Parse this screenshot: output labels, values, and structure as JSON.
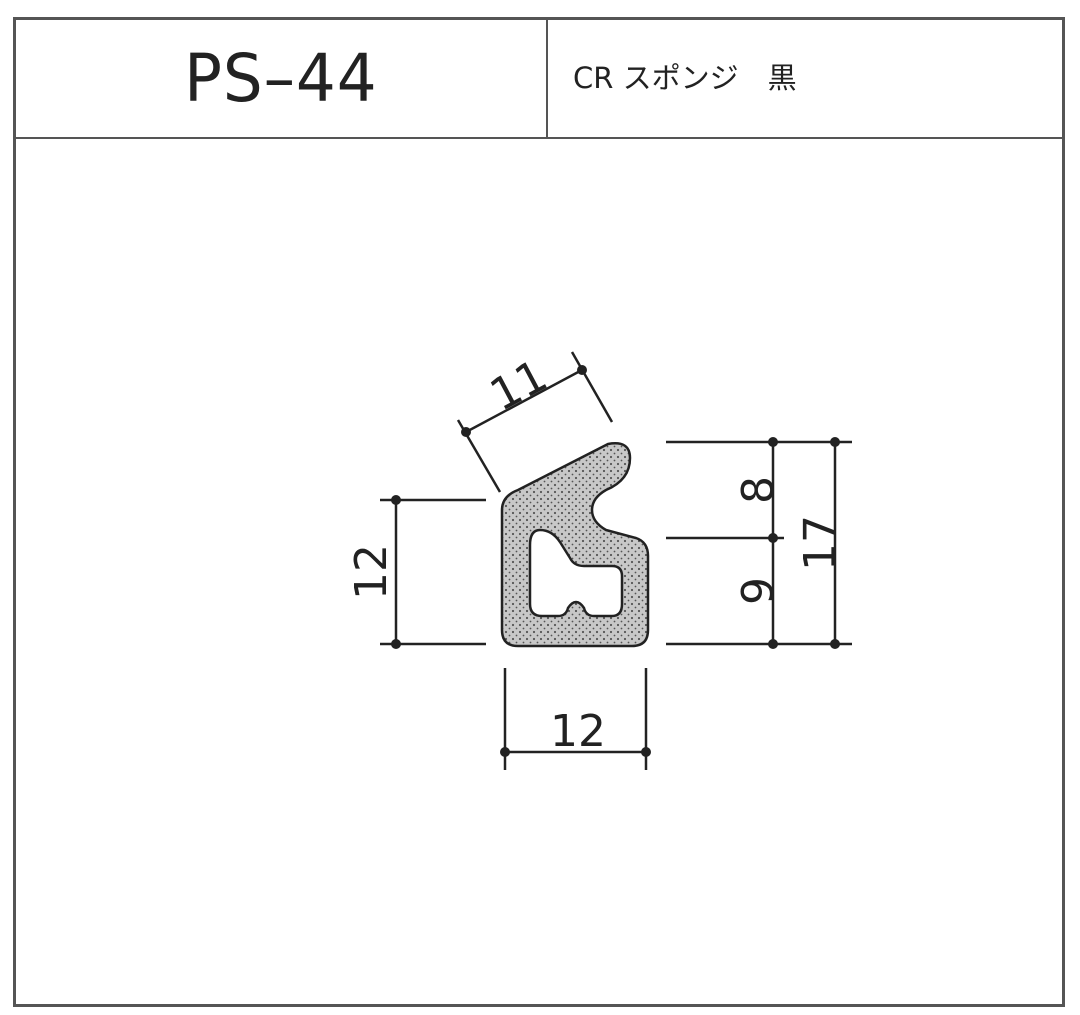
{
  "header": {
    "code": "PS–44",
    "material": "CR スポンジ　黒"
  },
  "dimensions": {
    "top_diagonal": "11",
    "left_height": "12",
    "bottom_width": "12",
    "right_upper": "8",
    "right_lower": "9",
    "right_total": "17"
  },
  "colors": {
    "frame": "#555555",
    "profile_fill": "#c8c8c8",
    "profile_dots": "#555555",
    "line": "#222222"
  }
}
